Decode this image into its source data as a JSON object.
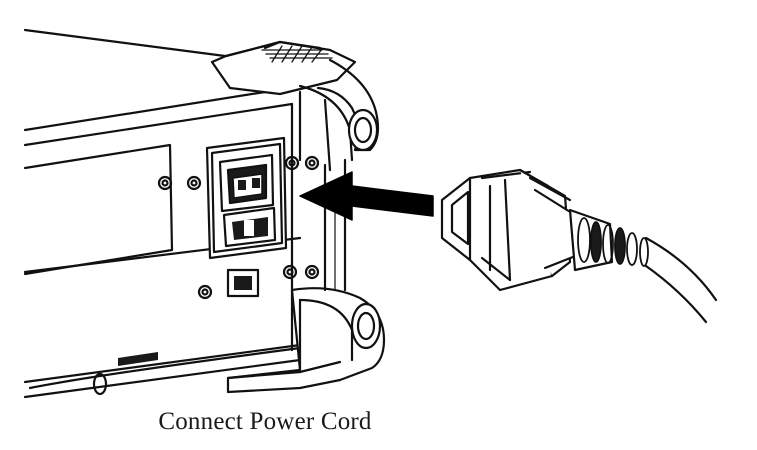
{
  "figure": {
    "caption": "Connect Power Cord"
  },
  "colors": {
    "line": "#111111",
    "fill": "#ffffff",
    "shade": "#1a1a1a",
    "arrow": "#000000"
  },
  "icons": {
    "instrument": "instrument-rear-panel",
    "inlet": "ac-power-inlet",
    "plug": "power-cord-plug",
    "arrow": "insert-arrow"
  }
}
